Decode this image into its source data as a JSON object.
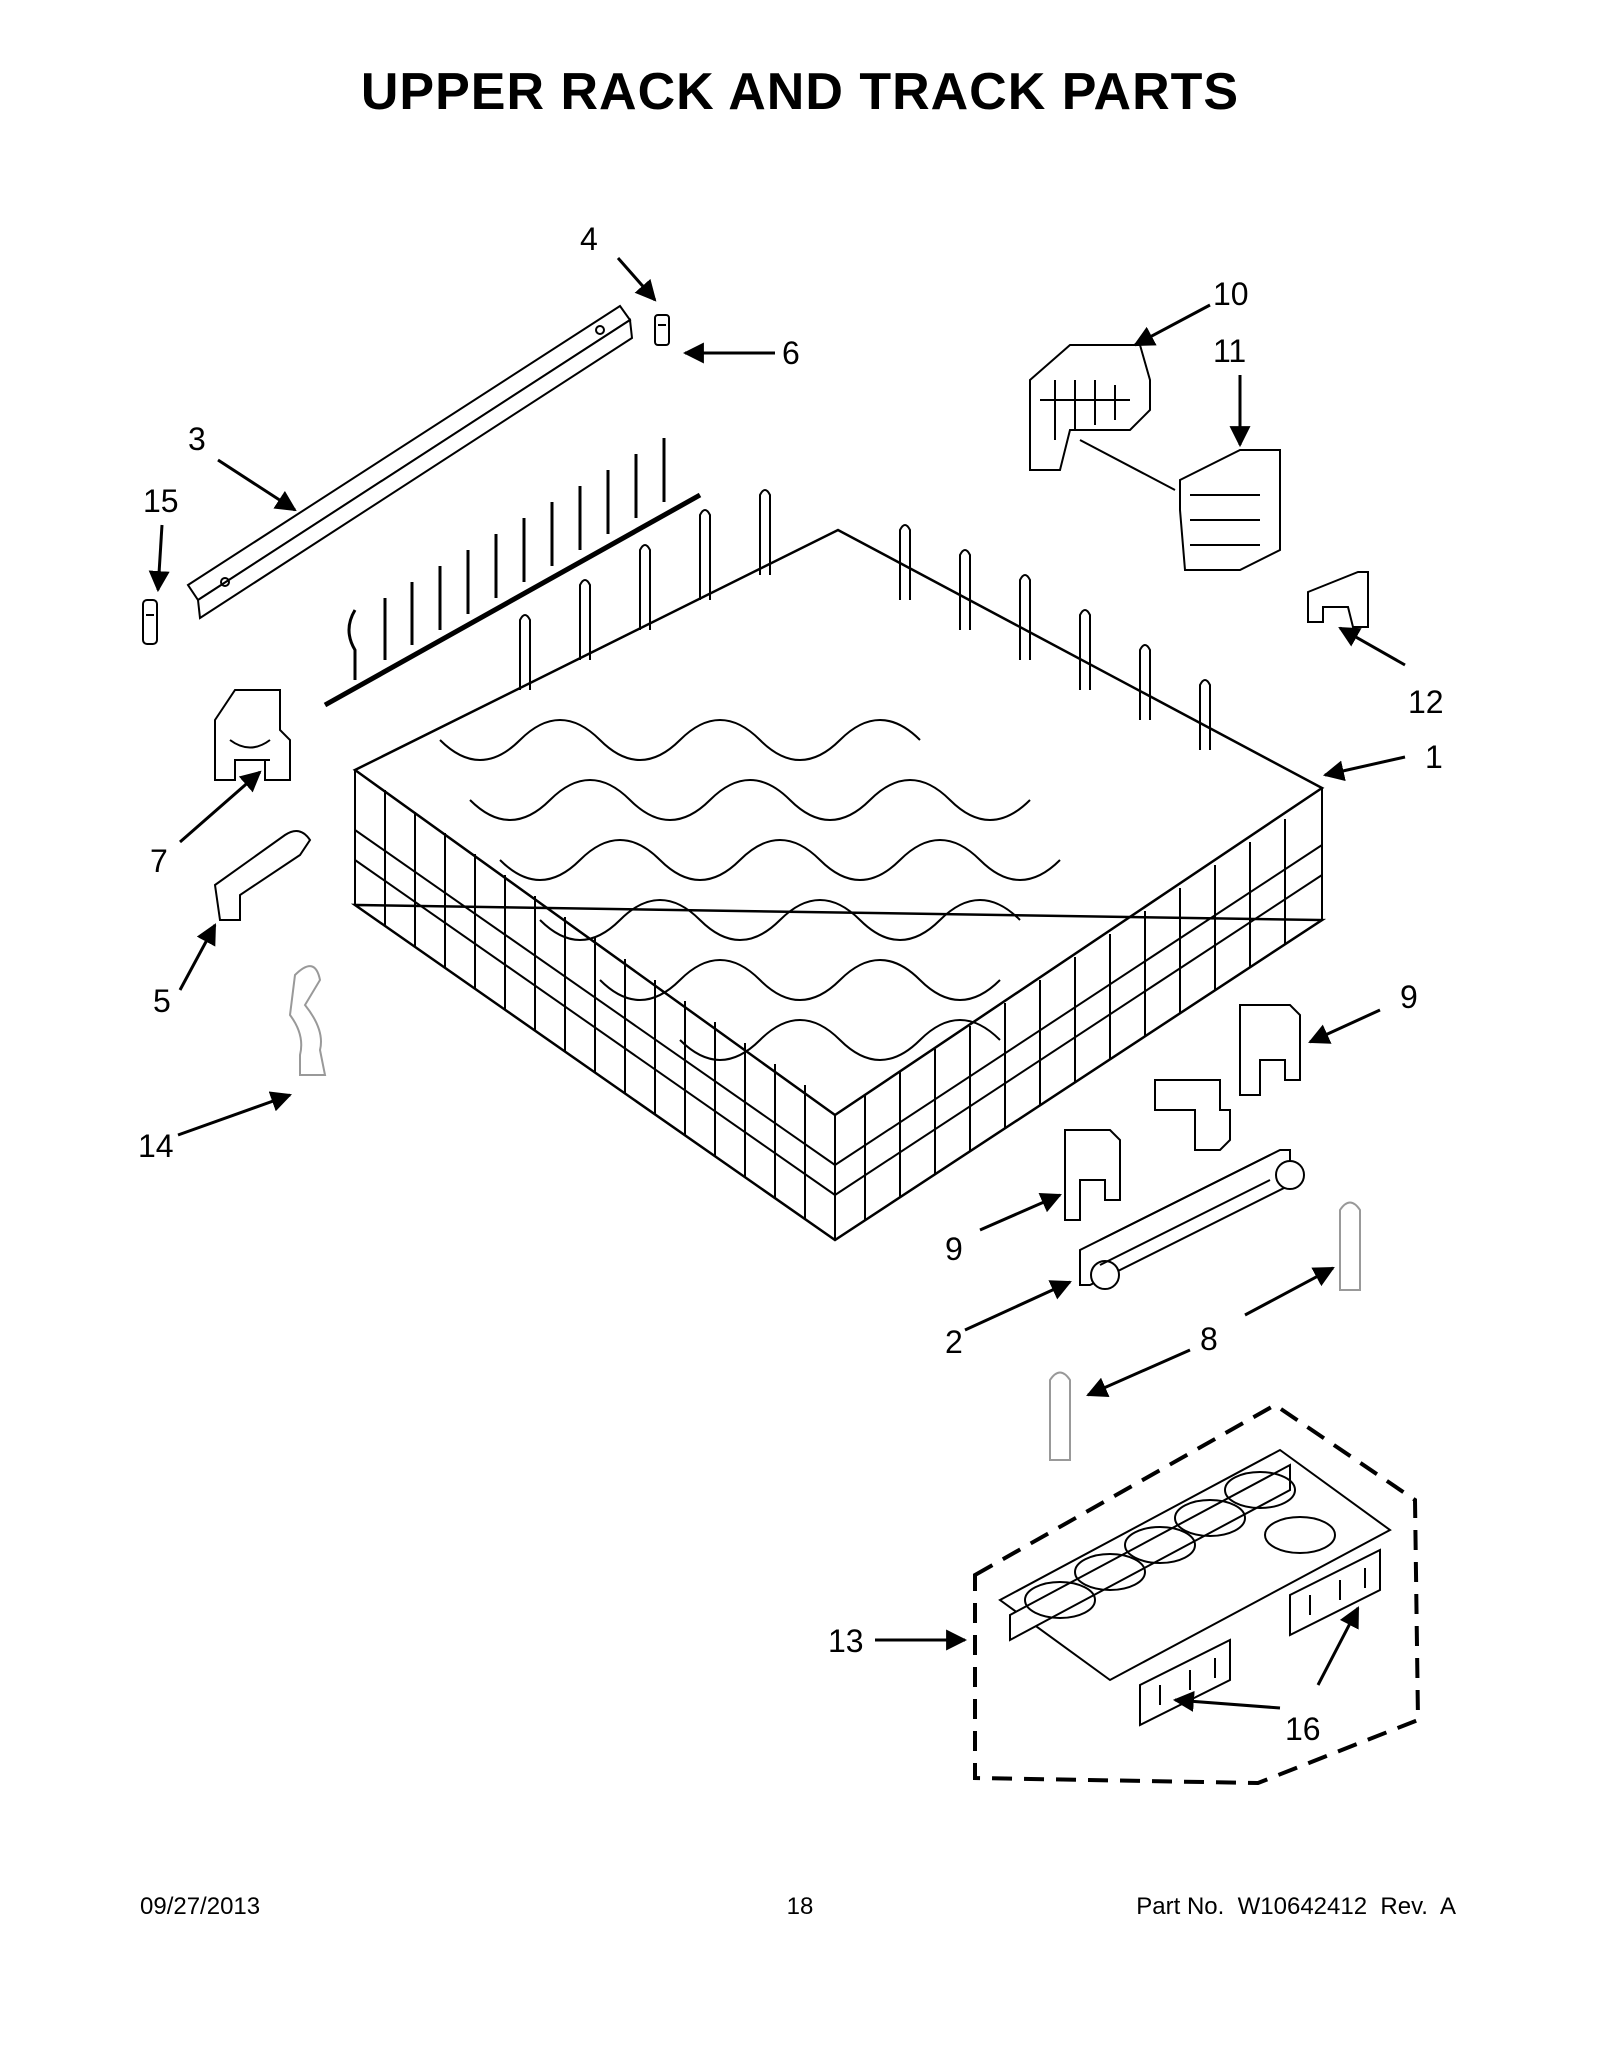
{
  "title": "UPPER RACK AND TRACK PARTS",
  "callouts": {
    "c1": "1",
    "c2": "2",
    "c3": "3",
    "c4": "4",
    "c5": "5",
    "c6": "6",
    "c7": "7",
    "c8": "8",
    "c9a": "9",
    "c9b": "9",
    "c10": "10",
    "c11": "11",
    "c12": "12",
    "c13": "13",
    "c14": "14",
    "c15": "15",
    "c16": "16"
  },
  "footer": {
    "date": "09/27/2013",
    "page": "18",
    "part": "Part No.  W10642412  Rev.  A"
  }
}
